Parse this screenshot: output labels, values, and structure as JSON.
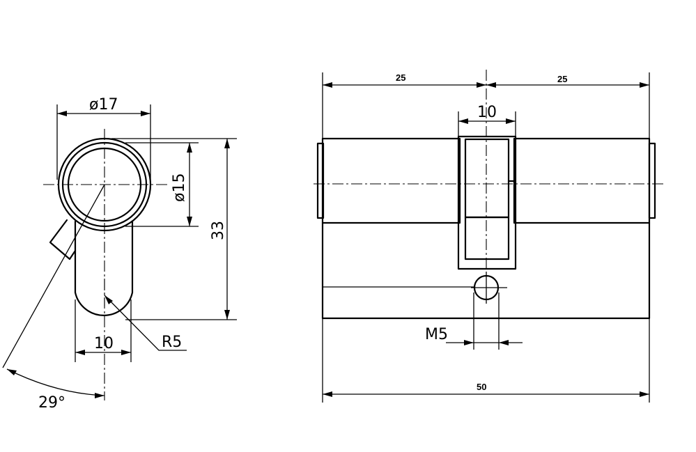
{
  "drawing": {
    "side_view": {
      "diameter_outer": "ø17",
      "diameter_inner": "ø15",
      "height": "33",
      "cam_width": "10",
      "radius": "R5",
      "angle": "29°"
    },
    "front_view": {
      "left_length": "25",
      "right_length": "25",
      "cam_width": "10",
      "screw": "M5",
      "total_length": "50"
    }
  }
}
